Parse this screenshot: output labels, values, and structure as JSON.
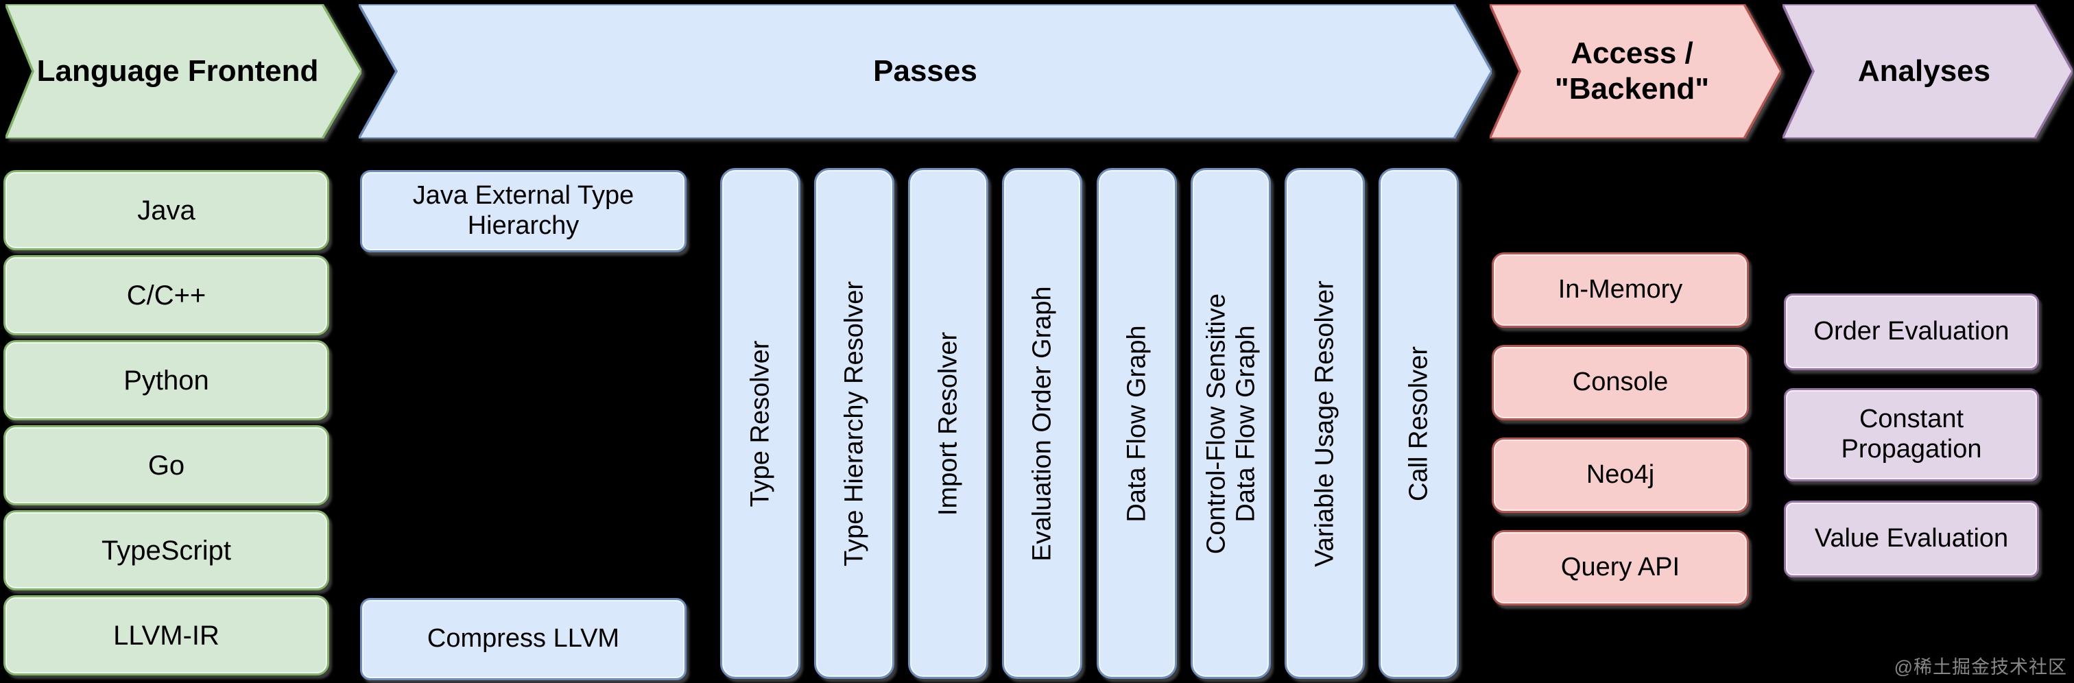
{
  "palette": {
    "bg": "#000000",
    "green-fill": "#d5e8d4",
    "green-stroke": "#82b366",
    "blue-fill": "#dae8fc",
    "blue-stroke": "#6c8ebf",
    "pink-fill": "#f8cecc",
    "pink-stroke": "#b85450",
    "purple-fill": "#e1d5e7",
    "purple-stroke": "#9673a6",
    "label-color": "#000000",
    "watermark-color": "#b5b5b5"
  },
  "headers": {
    "frontend": "Language Frontend",
    "passes": "Passes",
    "backend": "Access /\n\"Backend\"",
    "analyses": "Analyses"
  },
  "frontend": {
    "items": [
      "Java",
      "C/C++",
      "Python",
      "Go",
      "TypeScript",
      "LLVM-IR"
    ]
  },
  "passes": {
    "top_box": "Java External Type\nHierarchy",
    "bottom_box": "Compress LLVM",
    "columns": [
      "Type Resolver",
      "Type Hierarchy Resolver",
      "Import Resolver",
      "Evaluation Order Graph",
      "Data Flow Graph",
      "Control-Flow Sensitive\nData Flow Graph",
      "Variable Usage Resolver",
      "Call Resolver"
    ]
  },
  "backend": {
    "items": [
      "In-Memory",
      "Console",
      "Neo4j",
      "Query API"
    ]
  },
  "analyses": {
    "items": [
      "Order Evaluation",
      "Constant\nPropagation",
      "Value Evaluation"
    ]
  },
  "watermark": "@稀土掘金技术社区"
}
